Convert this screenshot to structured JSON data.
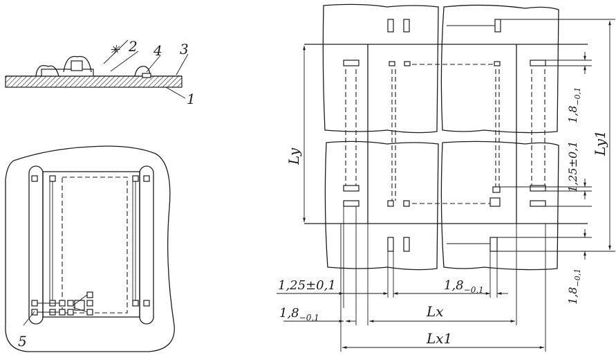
{
  "colors": {
    "ink": "#1a1a1a",
    "paper": "#ffffff"
  },
  "section_view": {
    "callouts": {
      "c1": "1",
      "c2": "2",
      "c3": "3",
      "c4": "4",
      "cross": "✳"
    }
  },
  "plan_view": {
    "callout": "5"
  },
  "pattern_view": {
    "dims": {
      "ly": "Ly",
      "ly1": "Ly1",
      "lx": "Lx",
      "lx1": "Lx1",
      "tol_125_left": "1,25±0,1",
      "tol_18_left": "1,8",
      "tol_18_left_sub": "−0,1",
      "tol_18_mid": "1,8",
      "tol_18_mid_sub": "−0,1",
      "tol_18_right_top": "1,8",
      "tol_18_right_top_sub": "−0,1",
      "tol_125_right": "1,25±0,1",
      "tol_18_right_bottom": "1,8",
      "tol_18_right_bottom_sub": "−0,1"
    }
  }
}
